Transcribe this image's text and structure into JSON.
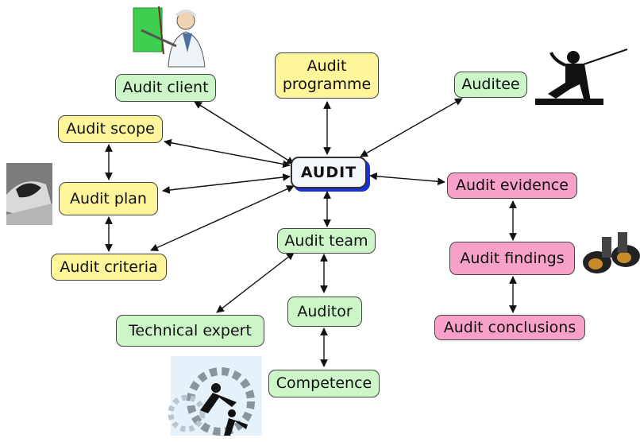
{
  "center": "AUDIT",
  "nodes": {
    "audit_client": "Audit client",
    "audit_programme_line1": "Audit",
    "audit_programme_line2": "programme",
    "auditee": "Auditee",
    "audit_scope": "Audit scope",
    "audit_plan": "Audit plan",
    "audit_criteria": "Audit criteria",
    "audit_team": "Audit team",
    "auditor": "Auditor",
    "competence": "Competence",
    "technical_expert": "Technical expert",
    "audit_evidence": "Audit evidence",
    "audit_findings": "Audit findings",
    "audit_conclusions": "Audit conclusions"
  },
  "colors": {
    "yellow": "#fff59a",
    "green": "#ccf5c8",
    "pink": "#f7a1c8",
    "center_shadow": "#1b2fd8"
  },
  "icons": [
    "teacher-presenter-icon",
    "fencer-icon",
    "handshake-photo-icon",
    "binoculars-icon",
    "gears-businessmen-icon"
  ]
}
